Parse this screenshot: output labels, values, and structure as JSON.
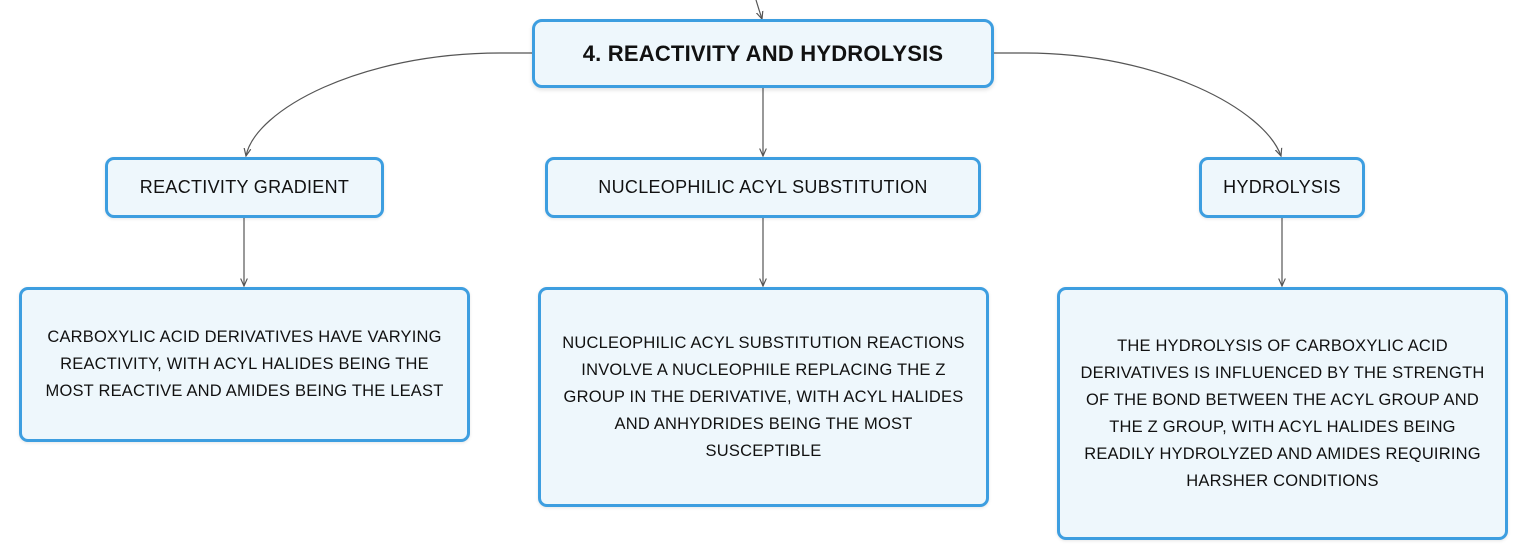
{
  "diagram": {
    "root": {
      "label": "4. REACTIVITY AND HYDROLYSIS"
    },
    "branches": [
      {
        "topic": "REACTIVITY GRADIENT",
        "detail": "CARBOXYLIC ACID DERIVATIVES HAVE VARYING REACTIVITY, WITH ACYL HALIDES BEING THE MOST REACTIVE AND AMIDES BEING THE LEAST"
      },
      {
        "topic": "NUCLEOPHILIC ACYL SUBSTITUTION",
        "detail": "NUCLEOPHILIC ACYL SUBSTITUTION REACTIONS INVOLVE A NUCLEOPHILE REPLACING THE Z GROUP IN THE DERIVATIVE, WITH ACYL HALIDES AND ANHYDRIDES BEING THE MOST SUSCEPTIBLE"
      },
      {
        "topic": "HYDROLYSIS",
        "detail": "THE HYDROLYSIS OF CARBOXYLIC ACID DERIVATIVES IS INFLUENCED BY THE STRENGTH OF THE BOND BETWEEN THE ACYL GROUP AND THE Z GROUP, WITH ACYL HALIDES BEING READILY HYDROLYZED AND AMIDES REQUIRING HARSHER CONDITIONS"
      }
    ],
    "colors": {
      "node_border": "#3d9ee0",
      "node_fill": "#eef7fc",
      "connector": "#555555",
      "text": "#111111"
    }
  }
}
